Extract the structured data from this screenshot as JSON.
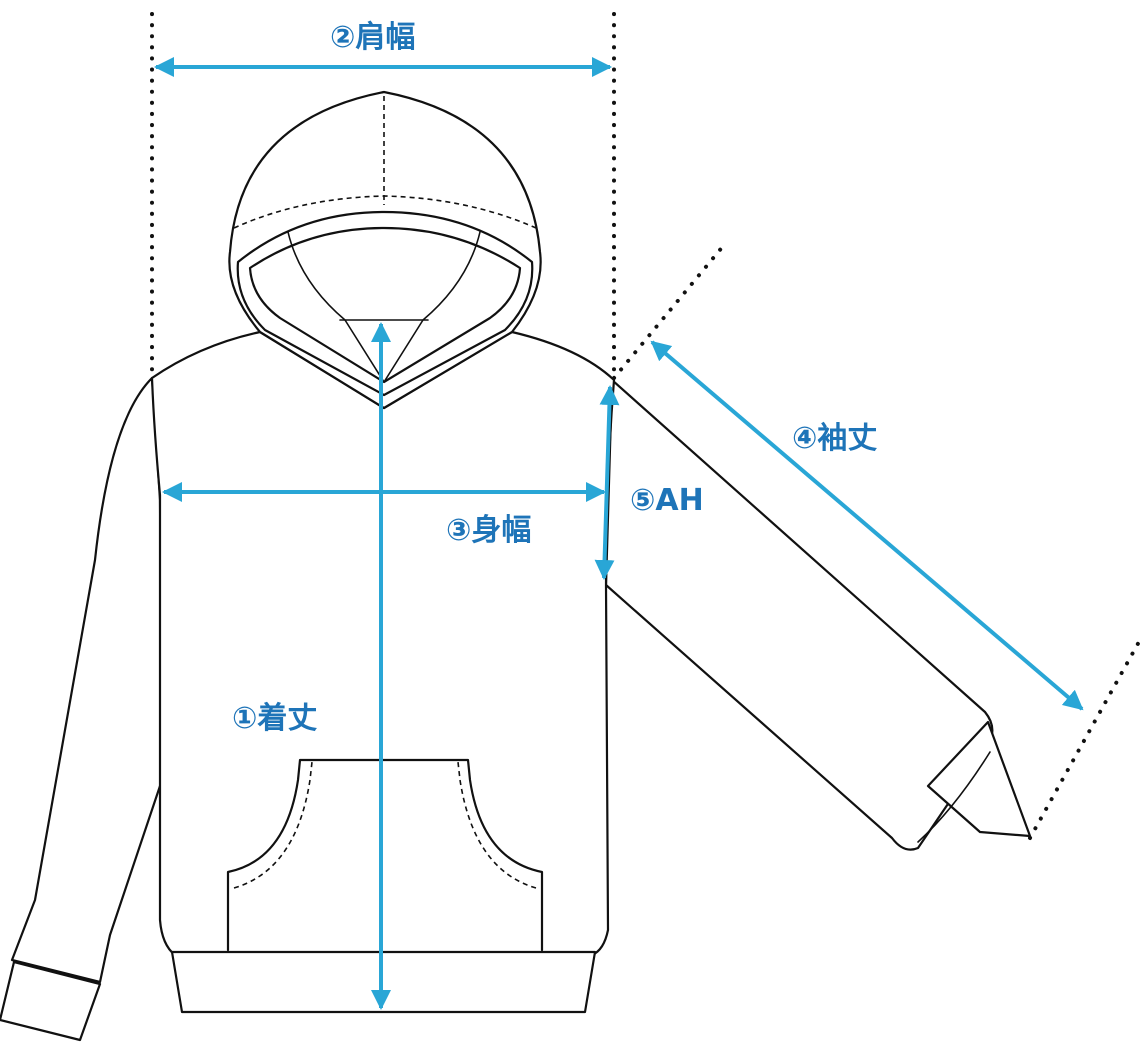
{
  "colors": {
    "accent": "#29a6d6",
    "label_text": "#1e74b8",
    "outline": "#111111"
  },
  "labels": {
    "length": "①着丈",
    "shoulder": "②肩幅",
    "chest": "③身幅",
    "sleeve": "④袖丈",
    "armhole": "⑤AH"
  }
}
